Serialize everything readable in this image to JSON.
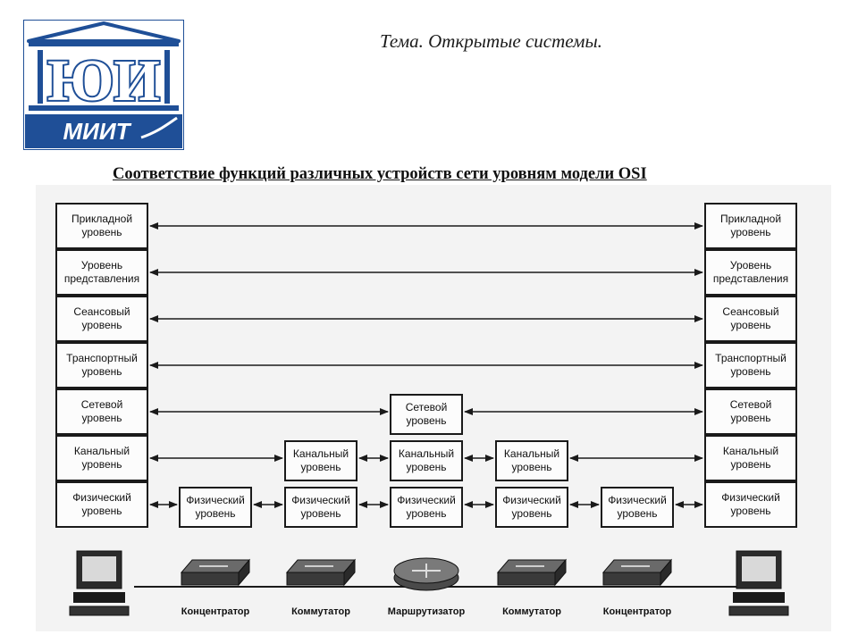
{
  "header": {
    "logo": {
      "icon": "university-logo-icon",
      "letters_top": "ЮИ",
      "letters_bottom": "МИИТ",
      "brand_color": "#1f4f97"
    },
    "topic": "Тема. Открытые системы.",
    "heading": "Соответствие функций различных устройств сети уровням модели OSI"
  },
  "diagram": {
    "layers": [
      "Прикладной\nуровень",
      "Уровень\nпредставления",
      "Сеансовый\nуровень",
      "Транспортный\nуровень",
      "Сетевой\nуровень",
      "Канальный\nуровень",
      "Физический\nуровень"
    ],
    "devices": [
      {
        "name": "Концентратор",
        "icon": "hub-icon",
        "layers": [
          "Физический\nуровень"
        ]
      },
      {
        "name": "Коммутатор",
        "icon": "switch-icon",
        "layers": [
          "Канальный\nуровень",
          "Физический\nуровень"
        ]
      },
      {
        "name": "Маршрутизатор",
        "icon": "router-icon",
        "layers": [
          "Сетевой\nуровень",
          "Канальный\nуровень",
          "Физический\nуровень"
        ]
      },
      {
        "name": "Коммутатор",
        "icon": "switch-icon",
        "layers": [
          "Канальный\nуровень",
          "Физический\nуровень"
        ]
      },
      {
        "name": "Концентратор",
        "icon": "hub-icon",
        "layers": [
          "Физический\nуровень"
        ]
      }
    ],
    "end_hosts": [
      {
        "icon": "computer-icon"
      },
      {
        "icon": "computer-icon"
      }
    ]
  }
}
